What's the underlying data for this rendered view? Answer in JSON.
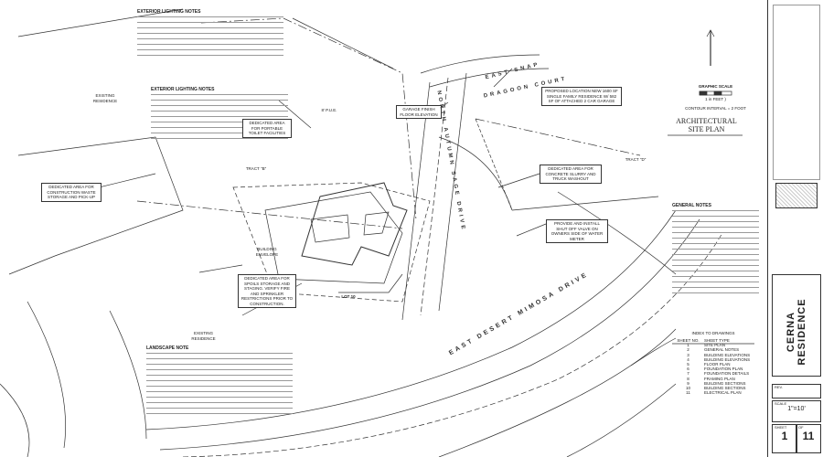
{
  "notes": {
    "exterior_lighting_title": "EXTERIOR LIGHTING NOTES",
    "exterior_lighting_title_2": "EXTERIOR LIGHTING NOTES",
    "general_notes_title": "GENERAL NOTES",
    "landscape_title": "LANDSCAPE NOTE"
  },
  "labels": {
    "existing_residence_top": "EXISTING RESIDENCE",
    "existing_residence_bottom": "EXISTING RESIDENCE",
    "tract_b": "TRACT \"B\"",
    "tract_d": "TRACT \"D\"",
    "pue": "8' P.U.E.",
    "waste": "DEDICATED AREA FOR CONSTRUCTION WASTE STORAGE AND PICK-UP",
    "toilet": "DEDICATED AREA FOR PORTABLE TOILET FACILITIES",
    "garage_elev": "GARAGE FINISH FLOOR ELEVATION",
    "proposed_residence": "PROPOSED LOCATION NEW 1600 SF SINGLE FAMILY RESIDENCE W/ 582 SF OF ATTACHED 2 CAR GARAGE",
    "concrete": "DEDICATED AREA FOR CONCRETE SLURRY AND TRUCK WASHOUT",
    "shutoff": "PROVIDE AND INSTALL SHUT OFF VALVE ON OWNERS SIDE OF WATER METER",
    "building_envelope": "BUILDING ENVELOPE",
    "lot": "LOT 10",
    "storage": "DEDICATED AREA FOR SPOILS STORAGE AND STAGING. VERIFY FIRE AND SPRINKLER RESTRICTIONS PRIOR TO CONSTRUCTION."
  },
  "roads": {
    "east_snap": "EAST SNAP",
    "dragoon": "DRAGOON COURT",
    "north_autumn": "NORTH AUTUMN SAGE DRIVE",
    "east_desert": "EAST DESERT MIMOSA DRIVE"
  },
  "title_block": {
    "graphic_scale": "GRAPHIC SCALE",
    "scale_text": "1 in FEET )",
    "contour": "CONTOUR INTERVAL = 2 FOOT",
    "title": "ARCHITECTURAL SITE PLAN",
    "sheet_label": "SHEET",
    "sheet_num": "1",
    "of_label": "OF",
    "total": "11",
    "project": "CERNA RESIDENCE",
    "scale_label": "SCALE",
    "scale_value": "1\"=10'",
    "rev_label": "REV."
  },
  "index": {
    "title": "INDEX TO DRAWINGS",
    "col1": "SHEET NO.",
    "col2": "SHEET TYPE",
    "rows": [
      {
        "no": "1",
        "type": "SITE PLAN"
      },
      {
        "no": "2",
        "type": "GENERAL NOTES"
      },
      {
        "no": "3",
        "type": "BUILDING ELEVATIONS"
      },
      {
        "no": "4",
        "type": "BUILDING ELEVATIONS"
      },
      {
        "no": "5",
        "type": "FLOOR PLAN"
      },
      {
        "no": "6",
        "type": "FOUNDATION PLAN"
      },
      {
        "no": "7",
        "type": "FOUNDATION DETAILS"
      },
      {
        "no": "8",
        "type": "FRAMING PLAN"
      },
      {
        "no": "9",
        "type": "BUILDING SECTIONS"
      },
      {
        "no": "10",
        "type": "BUILDING SECTIONS"
      },
      {
        "no": "11",
        "type": "ELECTRICAL PLAN"
      }
    ]
  }
}
